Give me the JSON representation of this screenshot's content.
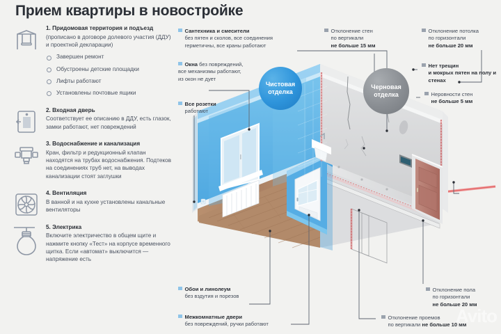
{
  "title": "Прием квартиры в новостройке",
  "left_sections": [
    {
      "icon": "swing-icon",
      "heading": "1. Придомовая территория и подъезд",
      "body": "(прописано в договоре долевого участия (ДДУ) и проектной декларации)",
      "items": [
        "Завершен ремонт",
        "Обустроены детские площадки",
        "Лифты работают",
        "Установлены почтовые ящики"
      ]
    },
    {
      "icon": "door-icon",
      "heading": "2. Входная дверь",
      "body": "Соответствует ее описанию в ДДУ, есть глазок, замки работают, нет повреждений",
      "items": []
    },
    {
      "icon": "pipe-valve-icon",
      "heading": "3. Водоснабжение и канализация",
      "body": "Кран, фильтр и редукционный клапан находятся на трубах водоснабжения. Подтеков на соединениях труб нет, на выводах канализации стоят заглушки",
      "items": []
    },
    {
      "icon": "fan-icon",
      "heading": "4. Вентиляция",
      "body": "В ванной и на кухне установлены канальные вентиляторы",
      "items": []
    },
    {
      "icon": "lightbulb-icon",
      "heading": "5. Электрика",
      "body": "Включите электричество в общем щите и нажмите кнопку «Тест» на корпусе временного щитка. Если «автомат» выключится — напряжение есть",
      "items": []
    }
  ],
  "badges": {
    "clean": "Чистовая отделка",
    "rough": "Черновая отделка"
  },
  "callouts": [
    {
      "id": "plumbing",
      "bullet": "blue",
      "lead": "Сантехника и смесители",
      "rest": "без пятен и сколов, все соединения герметичны, все краны работают"
    },
    {
      "id": "windows",
      "bullet": "blue",
      "lead": "Окна",
      "rest": "без повреждений, все механизмы работают, из окон не дует"
    },
    {
      "id": "sockets",
      "bullet": "blue",
      "lead": "Все розетки",
      "rest": "работают"
    },
    {
      "id": "wallpaper",
      "bullet": "blue",
      "lead": "Обои и линолеум",
      "rest": "без вздутия и порезов"
    },
    {
      "id": "inner-doors",
      "bullet": "blue",
      "lead": "Межкомнатные двери",
      "rest": "без повреждений, ручки работают"
    },
    {
      "id": "wall-vert",
      "bullet": "grey",
      "lead": "Отклонение стен",
      "rest": "по вертикали",
      "bold_tail": "не больше 15 мм"
    },
    {
      "id": "ceiling-horz",
      "bullet": "grey",
      "lead": "Отклонение потолка",
      "rest": "по горизонтали",
      "bold_tail": "не больше 20 мм"
    },
    {
      "id": "no-cracks",
      "bullet": "grey",
      "lead": "Нет трещин",
      "rest": "и мокрых пятен на полу и стенах"
    },
    {
      "id": "wall-even",
      "bullet": "grey",
      "lead": "Неровности стен",
      "rest": "",
      "bold_tail": "не больше 5 мм"
    },
    {
      "id": "floor-horz",
      "bullet": "grey",
      "lead": "Отклонение пола",
      "rest": "по горизонтали",
      "bold_tail": "не больше 20 мм"
    },
    {
      "id": "opening-vert",
      "bullet": "grey",
      "lead": "Отклонение проемов",
      "rest": "по вертикали",
      "bold_tail": "не больше 10 мм"
    }
  ],
  "watermark": "Avito",
  "colors": {
    "background": "#f2f2f0",
    "accent_blue": "#2e94db",
    "bullet_blue": "#8fc4e8",
    "bullet_grey": "#9aa2ad",
    "text": "#3c4450",
    "heading": "#2b2f36",
    "wall_blue": "#63b8e8",
    "wall_grey": "#d9dadb",
    "floor_wood": "#b08a6c",
    "door_wood": "#b5746a",
    "marker_red": "#e3696a"
  }
}
